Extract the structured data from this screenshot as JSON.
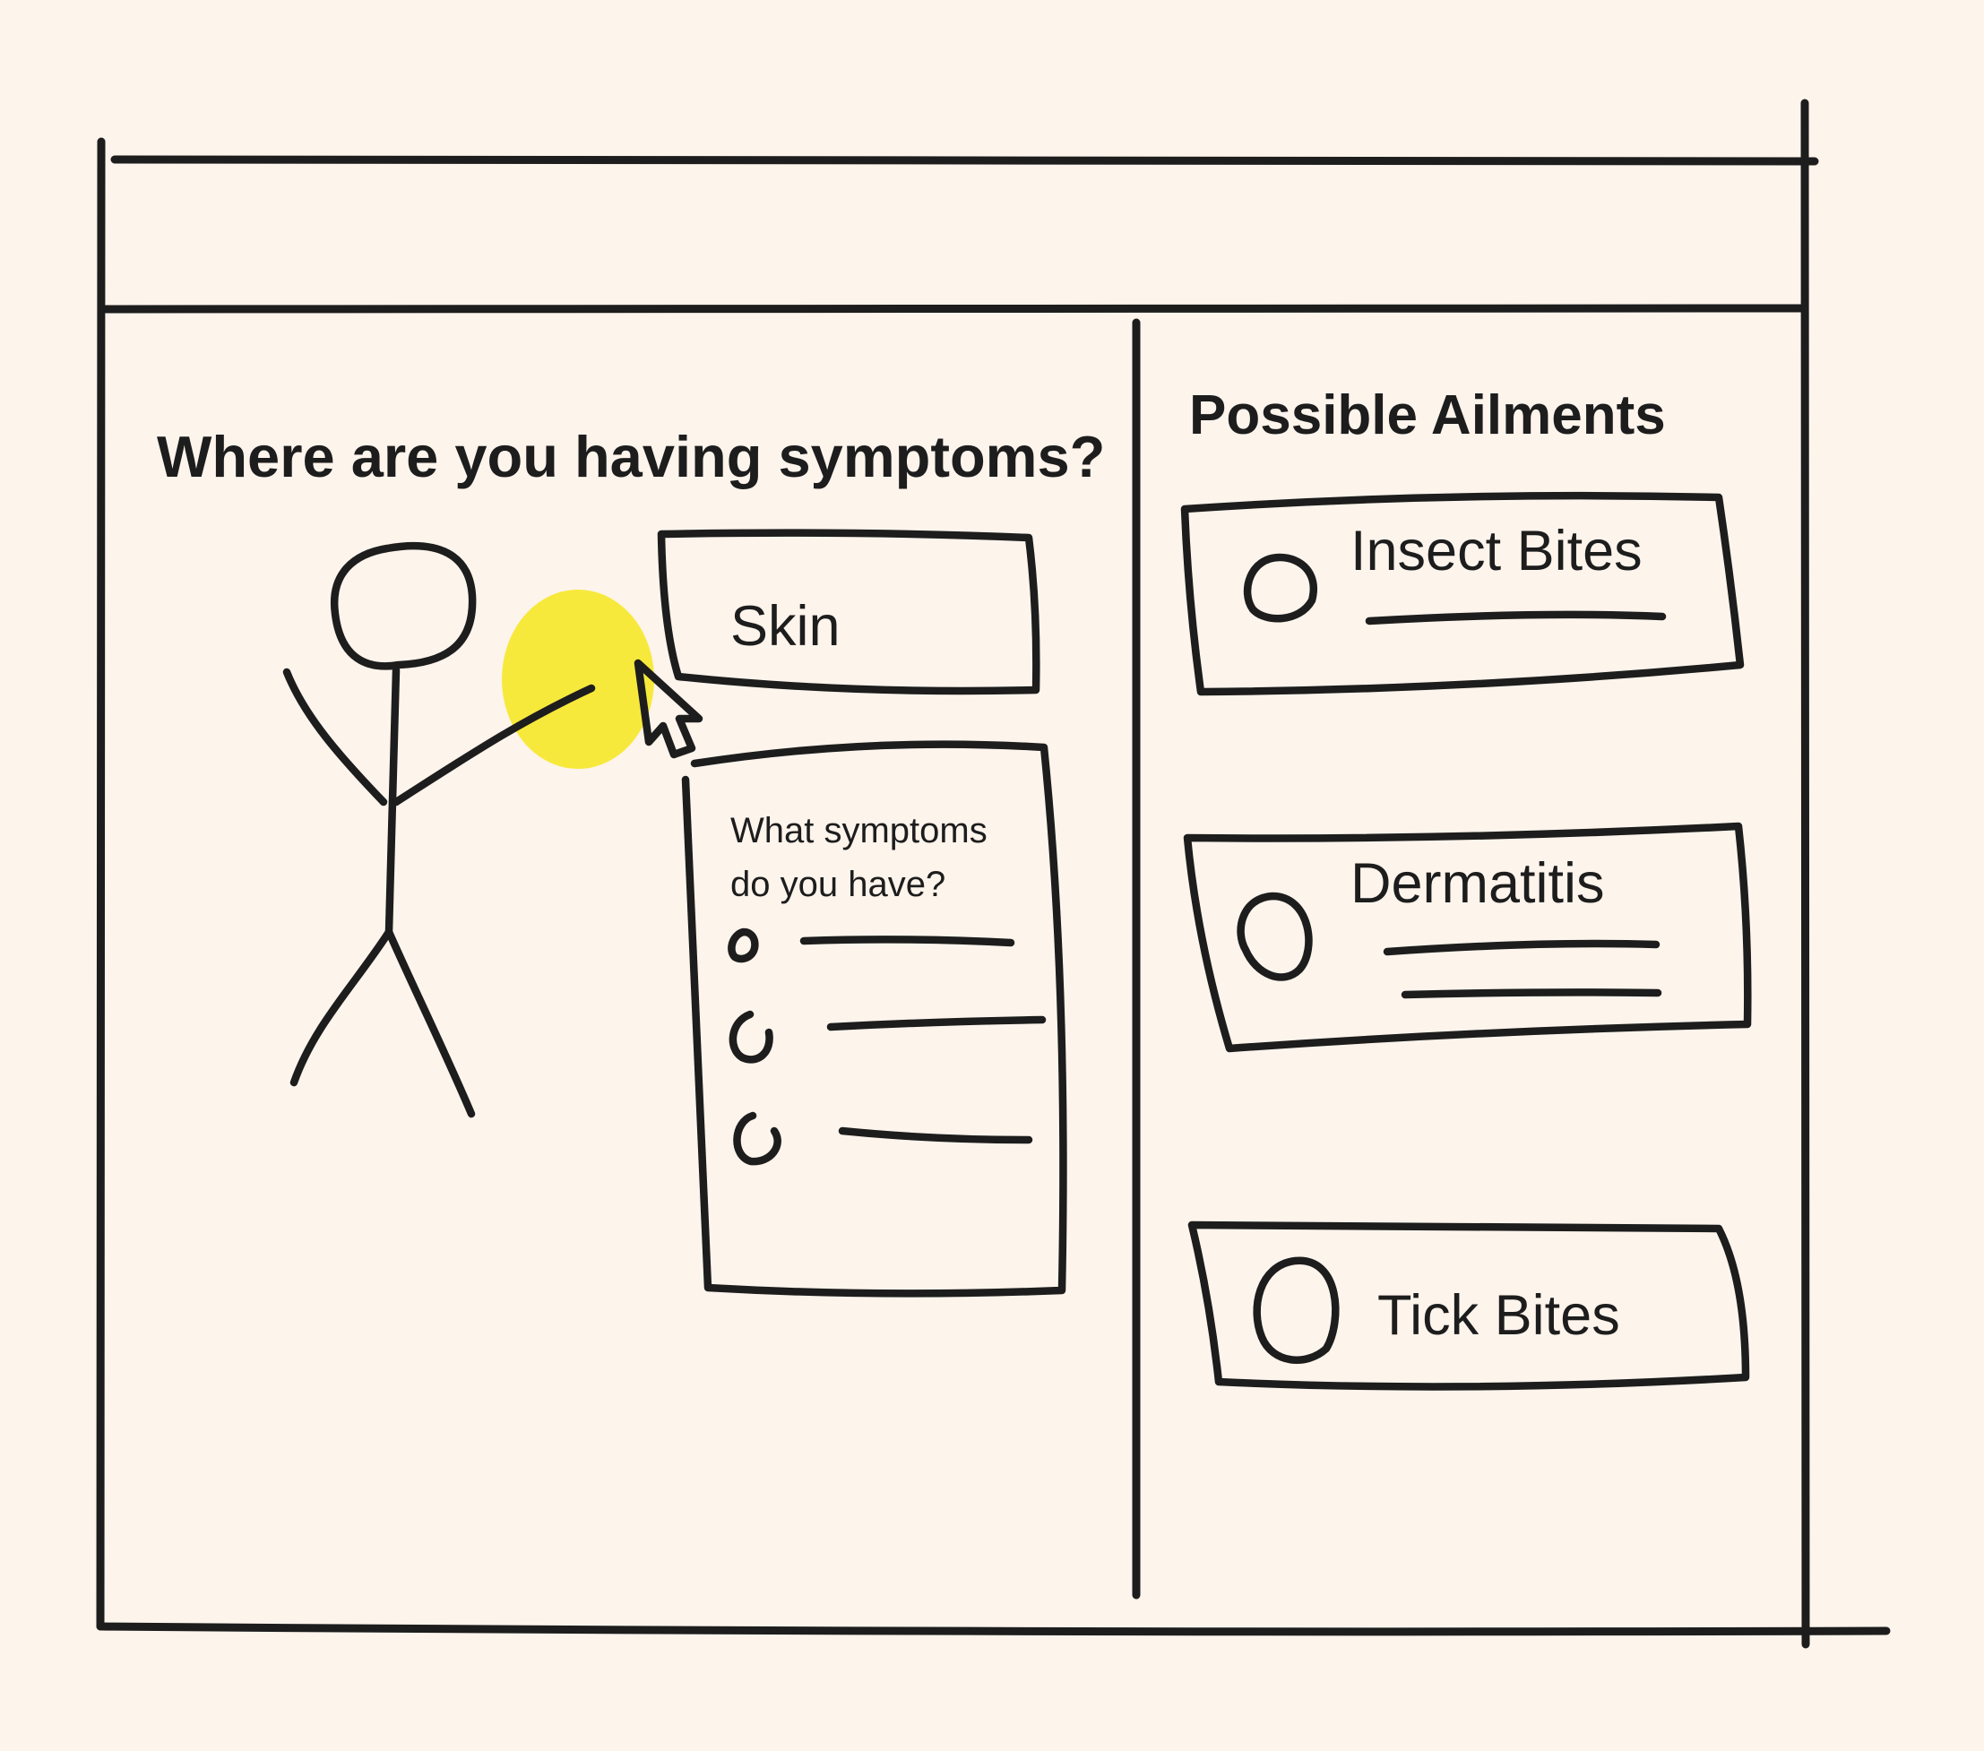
{
  "main": {
    "question": "Where are you having symptoms?",
    "selected_region": "Skin",
    "symptoms_prompt": "What symptoms do you have?"
  },
  "aside": {
    "title": "Possible Ailments",
    "ailments": [
      {
        "label": "Insect Bites"
      },
      {
        "label": "Dermatitis"
      },
      {
        "label": "Tick Bites"
      }
    ]
  },
  "colors": {
    "background": "#fdf4ec",
    "ink": "#1d1d1d",
    "highlight": "#f7e93c"
  },
  "icons": {
    "cursor": "mouse-pointer-icon",
    "radio": "hand-drawn-circle-icon"
  }
}
